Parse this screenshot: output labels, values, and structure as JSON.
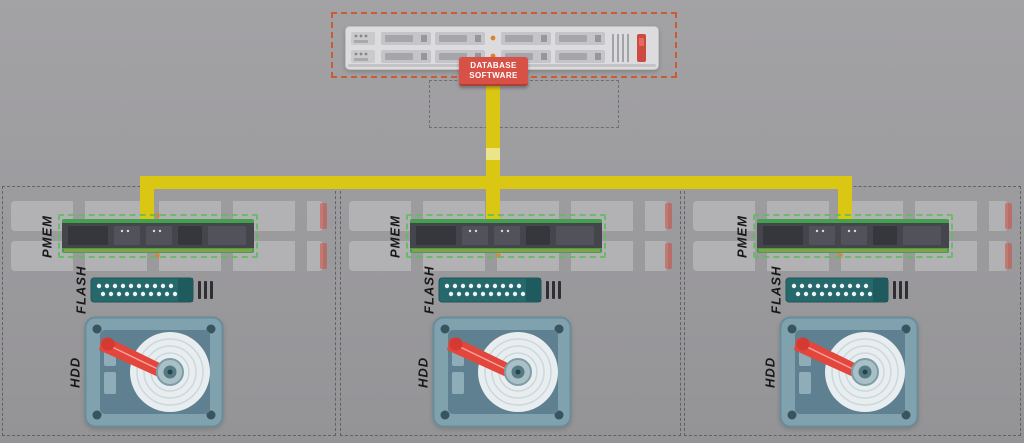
{
  "badge": {
    "line1": "DATABASE",
    "line2": "SOFTWARE"
  },
  "nodes": [
    {
      "pmem": "PMEM",
      "flash": "FLASH",
      "hdd": "HDD"
    },
    {
      "pmem": "PMEM",
      "flash": "FLASH",
      "hdd": "HDD"
    },
    {
      "pmem": "PMEM",
      "flash": "FLASH",
      "hdd": "HDD"
    }
  ],
  "icons": {
    "server": "rack-server-illustration",
    "pmem": "dimm-memory-module-icon",
    "flash": "flash-storage-module-icon",
    "hdd": "hard-disk-drive-icon"
  },
  "colors": {
    "background": "#9b9a9d",
    "connector_yellow": "#d9c713",
    "badge_red": "#d85147",
    "pcb_green": "#43a04c",
    "flash_teal": "#26696d",
    "hdd_body": "#80a1ae",
    "actuator_red": "#e2463c",
    "dashed_outline_red": "#cc5a35",
    "dashed_outline_green": "#60bb60"
  }
}
